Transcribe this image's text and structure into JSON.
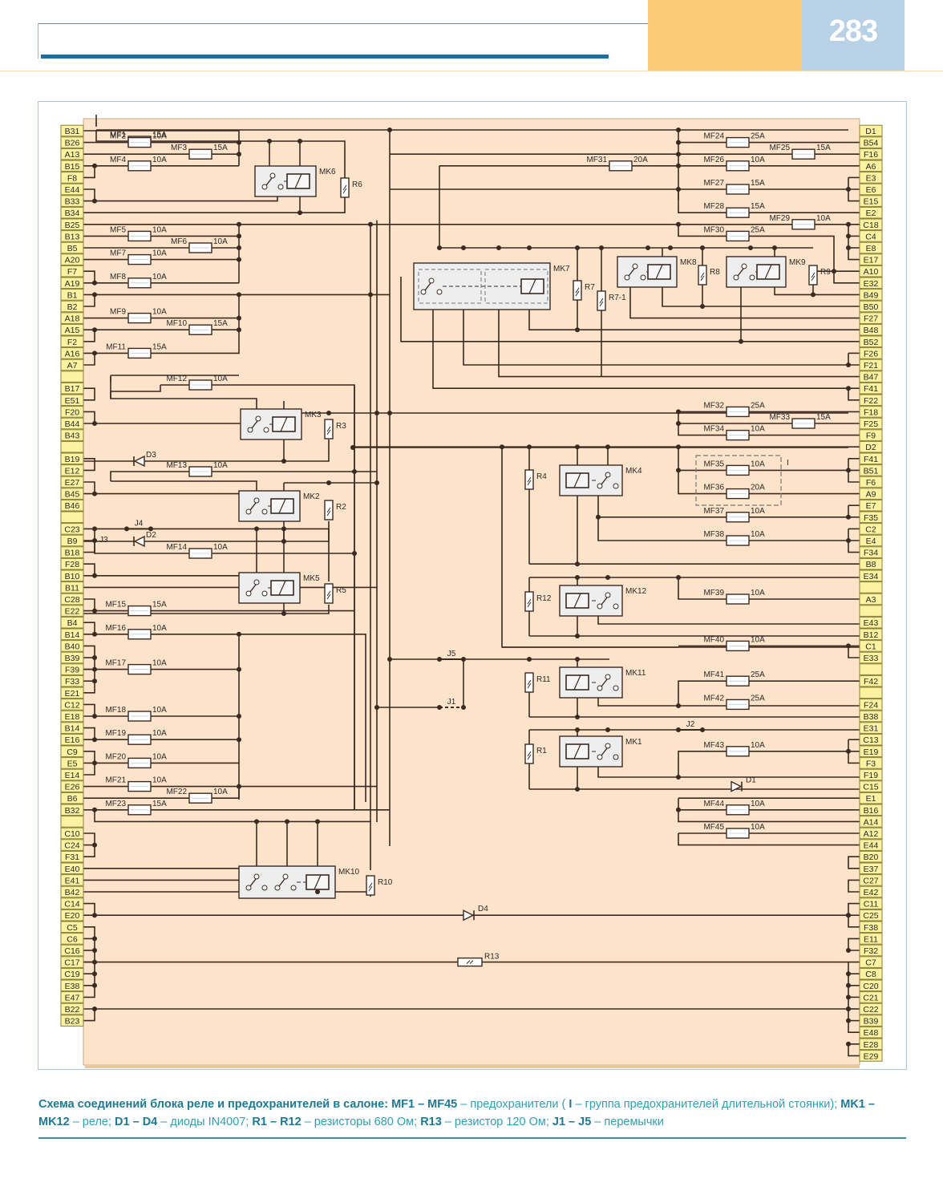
{
  "header": {
    "page_number": "283"
  },
  "diagram": {
    "colors": {
      "board": "#fde3c9",
      "pin": "#fbf3a0",
      "wire": "#3b2a22",
      "relay": "#eeeeee",
      "fuse": "#ffffff",
      "caption": "#2f9fb3"
    },
    "left_pins": [
      "B31",
      "B26",
      "A13",
      "B15",
      "F8",
      "E44",
      "B33",
      "B34",
      "B25",
      "B13",
      "B5",
      "A20",
      "F7",
      "A19",
      "B1",
      "B2",
      "A18",
      "A15",
      "F2",
      "A16",
      "A7",
      "",
      "B17",
      "E51",
      "F20",
      "B44",
      "B43",
      "",
      "B19",
      "E12",
      "E27",
      "B45",
      "B46",
      "",
      "C23",
      "B9",
      "B18",
      "F28",
      "B10",
      "B11",
      "C28",
      "E22",
      "B4",
      "B14",
      "B40",
      "B39",
      "F39",
      "F33",
      "E21",
      "C12",
      "E18",
      "B14",
      "E16",
      "C9",
      "E5",
      "E14",
      "E26",
      "B6",
      "B32",
      "",
      "C10",
      "C24",
      "F31",
      "E40",
      "E41",
      "B42",
      "C14",
      "E20",
      "C5",
      "C6",
      "C16",
      "C17",
      "C19",
      "E38",
      "E47",
      "B22",
      "B23"
    ],
    "right_pins": [
      "D1",
      "B54",
      "F16",
      "A6",
      "E3",
      "E6",
      "E15",
      "E2",
      "C18",
      "C4",
      "E8",
      "E17",
      "A10",
      "E32",
      "B49",
      "B50",
      "F27",
      "B48",
      "B52",
      "F26",
      "F21",
      "B47",
      "F41",
      "F22",
      "F18",
      "F25",
      "F9",
      "D2",
      "F41",
      "B51",
      "F6",
      "A9",
      "E7",
      "F35",
      "C2",
      "E4",
      "F34",
      "B8",
      "E34",
      "",
      "A3",
      "",
      "E43",
      "B12",
      "C1",
      "E33",
      "",
      "F42",
      "",
      "F24",
      "B38",
      "E31",
      "C13",
      "E19",
      "F3",
      "F19",
      "C15",
      "E1",
      "B16",
      "A14",
      "A12",
      "E44",
      "B20",
      "E37",
      "C27",
      "E42",
      "C11",
      "C25",
      "F38",
      "E11",
      "F32",
      "C7",
      "C8",
      "C20",
      "C21",
      "C22",
      "B39",
      "E48",
      "E28",
      "E29"
    ],
    "fuses": [
      {
        "id": "MF1",
        "rating": "15A"
      },
      {
        "id": "MF2",
        "rating": "10A"
      },
      {
        "id": "MF3",
        "rating": "15A"
      },
      {
        "id": "MF4",
        "rating": "10A"
      },
      {
        "id": "MF5",
        "rating": "10A"
      },
      {
        "id": "MF6",
        "rating": "10A"
      },
      {
        "id": "MF7",
        "rating": "10A"
      },
      {
        "id": "MF8",
        "rating": "10A"
      },
      {
        "id": "MF9",
        "rating": "10A"
      },
      {
        "id": "MF10",
        "rating": "15A"
      },
      {
        "id": "MF11",
        "rating": "15A"
      },
      {
        "id": "MF12",
        "rating": "10A"
      },
      {
        "id": "MF13",
        "rating": "10A"
      },
      {
        "id": "MF14",
        "rating": "10A"
      },
      {
        "id": "MF15",
        "rating": "15A"
      },
      {
        "id": "MF16",
        "rating": "10A"
      },
      {
        "id": "MF17",
        "rating": "10A"
      },
      {
        "id": "MF18",
        "rating": "10A"
      },
      {
        "id": "MF19",
        "rating": "10A"
      },
      {
        "id": "MF20",
        "rating": "10A"
      },
      {
        "id": "MF21",
        "rating": "10A"
      },
      {
        "id": "MF22",
        "rating": "10A"
      },
      {
        "id": "MF23",
        "rating": "15A"
      },
      {
        "id": "MF24",
        "rating": "25A"
      },
      {
        "id": "MF25",
        "rating": "15A"
      },
      {
        "id": "MF26",
        "rating": "10A"
      },
      {
        "id": "MF27",
        "rating": "15A"
      },
      {
        "id": "MF28",
        "rating": "15A"
      },
      {
        "id": "MF29",
        "rating": "10A"
      },
      {
        "id": "MF30",
        "rating": "25A"
      },
      {
        "id": "MF31",
        "rating": "20A"
      },
      {
        "id": "MF32",
        "rating": "25A"
      },
      {
        "id": "MF33",
        "rating": "15A"
      },
      {
        "id": "MF34",
        "rating": "10A"
      },
      {
        "id": "MF35",
        "rating": "10A"
      },
      {
        "id": "MF36",
        "rating": "20A"
      },
      {
        "id": "MF37",
        "rating": "10A"
      },
      {
        "id": "MF38",
        "rating": "10A"
      },
      {
        "id": "MF39",
        "rating": "10A"
      },
      {
        "id": "MF40",
        "rating": "10A"
      },
      {
        "id": "MF41",
        "rating": "25A"
      },
      {
        "id": "MF42",
        "rating": "25A"
      },
      {
        "id": "MF43",
        "rating": "10A"
      },
      {
        "id": "MF44",
        "rating": "10A"
      },
      {
        "id": "MF45",
        "rating": "10A"
      }
    ],
    "relays": [
      "MK1",
      "MK2",
      "MK3",
      "MK4",
      "MK5",
      "MK6",
      "MK7",
      "MK8",
      "MK9",
      "MK10",
      "MK11",
      "MK12"
    ],
    "resistors": [
      "R1",
      "R2",
      "R3",
      "R4",
      "R5",
      "R6",
      "R7",
      "R7-1",
      "R8",
      "R9",
      "R10",
      "R11",
      "R12",
      "R13"
    ],
    "diodes": [
      "D1",
      "D2",
      "D3",
      "D4"
    ],
    "jumpers": [
      "J1",
      "J2",
      "J3",
      "J4",
      "J5"
    ],
    "group_label": "I"
  },
  "caption": {
    "title": "Схема соединений блока реле и предохранителей в салоне:",
    "parts": [
      {
        "bold": "MF1 – MF45",
        "text": " – предохранители ("
      },
      {
        "bold": "I",
        "text": " – группа предохранителей длительной стоянки); "
      },
      {
        "bold": "MK1 – MK12",
        "text": " – реле; "
      },
      {
        "bold": "D1 – D4",
        "text": " – диоды IN4007; "
      },
      {
        "bold": "R1 – R12",
        "text": " – резисторы 680 Ом; "
      },
      {
        "bold": "R13",
        "text": " – резистор 120 Ом; "
      },
      {
        "bold": "J1 – J5",
        "text": " – перемычки"
      }
    ]
  }
}
